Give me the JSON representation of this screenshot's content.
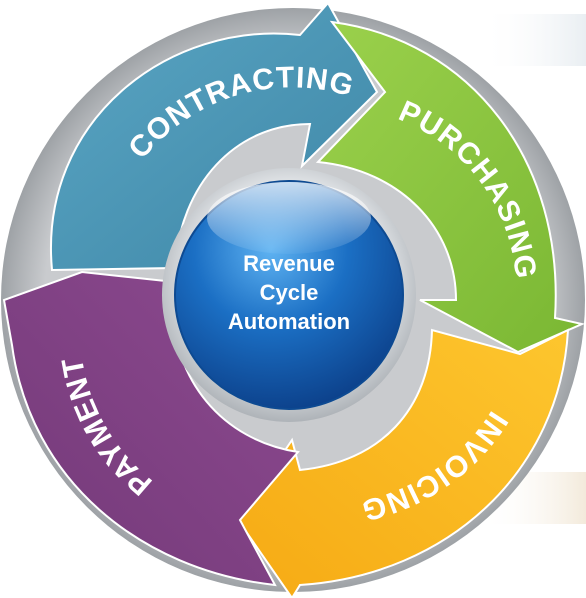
{
  "diagram": {
    "center": {
      "lines": [
        "Revenue",
        "Cycle",
        "Automation"
      ]
    },
    "segments": [
      {
        "id": "contracting",
        "label": "CONTRACTING",
        "color": "#4a93b0"
      },
      {
        "id": "purchasing",
        "label": "PURCHASING",
        "color": "#8cc63f"
      },
      {
        "id": "invoicing",
        "label": "INVOICING",
        "color": "#fbb91d"
      },
      {
        "id": "payment",
        "label": "PAYMENT",
        "color": "#7f3f82"
      }
    ]
  }
}
